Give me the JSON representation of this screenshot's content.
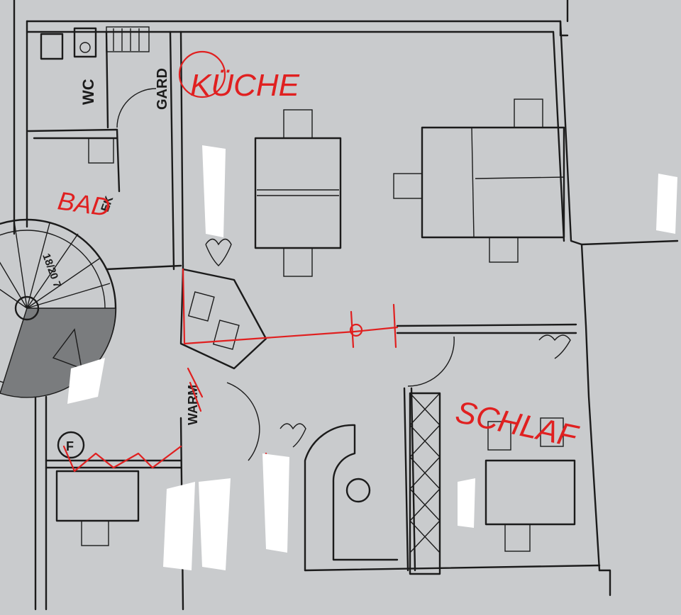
{
  "colors": {
    "paper": "#c9cbcd",
    "ink": "#1b1b1b",
    "annotation": "#e02020",
    "stair_fill": "#7a7c7e"
  },
  "plan_labels": {
    "wc": "WC",
    "gard": "GARD",
    "warm": "WARM",
    "ek": "EK",
    "f": "F",
    "stair": "18/20 7"
  },
  "annotations": {
    "kitchen": "KÜCHE",
    "bedroom": "SCHLAF",
    "bath": "BAD"
  },
  "icons": [
    "floral-ornament-icon",
    "washbasin-icon"
  ]
}
